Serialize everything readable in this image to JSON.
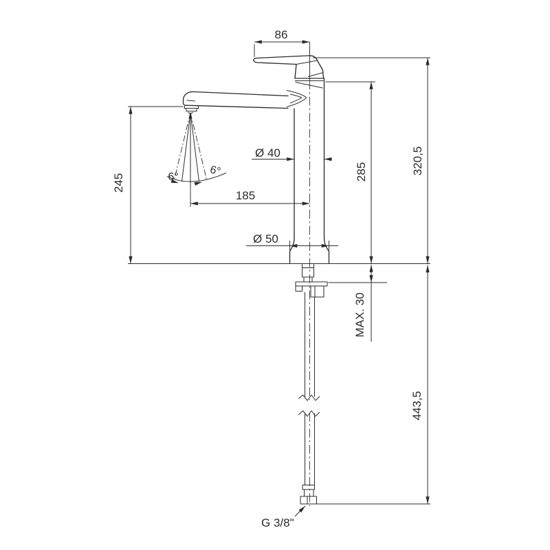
{
  "colors": {
    "line": "#2b2b2b",
    "background": "#ffffff"
  },
  "labels": {
    "handle_length": "86",
    "overall_height": "320,5",
    "height_to_deck": "285",
    "spout_clearance": "245",
    "spout_reach": "185",
    "body_diameter": "Ø 40",
    "base_diameter": "Ø 50",
    "max_deck_thickness": "MAX. 30",
    "hose_length": "443,5",
    "spray_angle_left": "6°",
    "spray_angle_right": "6°",
    "thread": "G 3/8\""
  }
}
